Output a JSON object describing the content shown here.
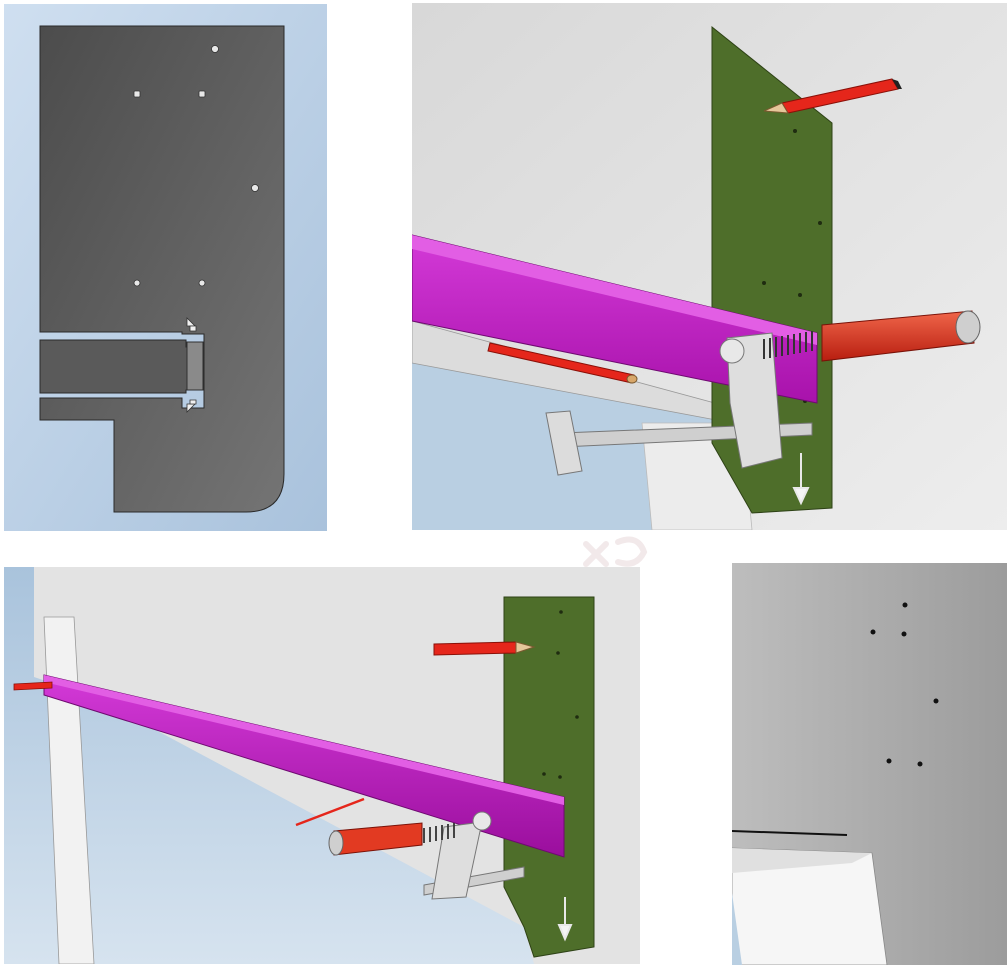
{
  "panels": [
    {
      "id": "template-plate-flat-view"
    },
    {
      "id": "clamp-and-pencil-closeup"
    },
    {
      "id": "full-assembly-view"
    },
    {
      "id": "marked-holes-result"
    }
  ],
  "colors": {
    "template_plate_flat": "#5e5e5e",
    "template_plate_green": "#4e6e2a",
    "rail_magenta": "#c21bc6",
    "pencil_red": "#e5261b",
    "handle_red": "#e23a22",
    "clamp_grey": "#d3d3d3",
    "background_blue": "#b9cfe2",
    "wall_grey": "#e2e2e2"
  },
  "icons": [
    "arrow-down-icon",
    "arrow-marker-icon",
    "watermark-icon"
  ]
}
